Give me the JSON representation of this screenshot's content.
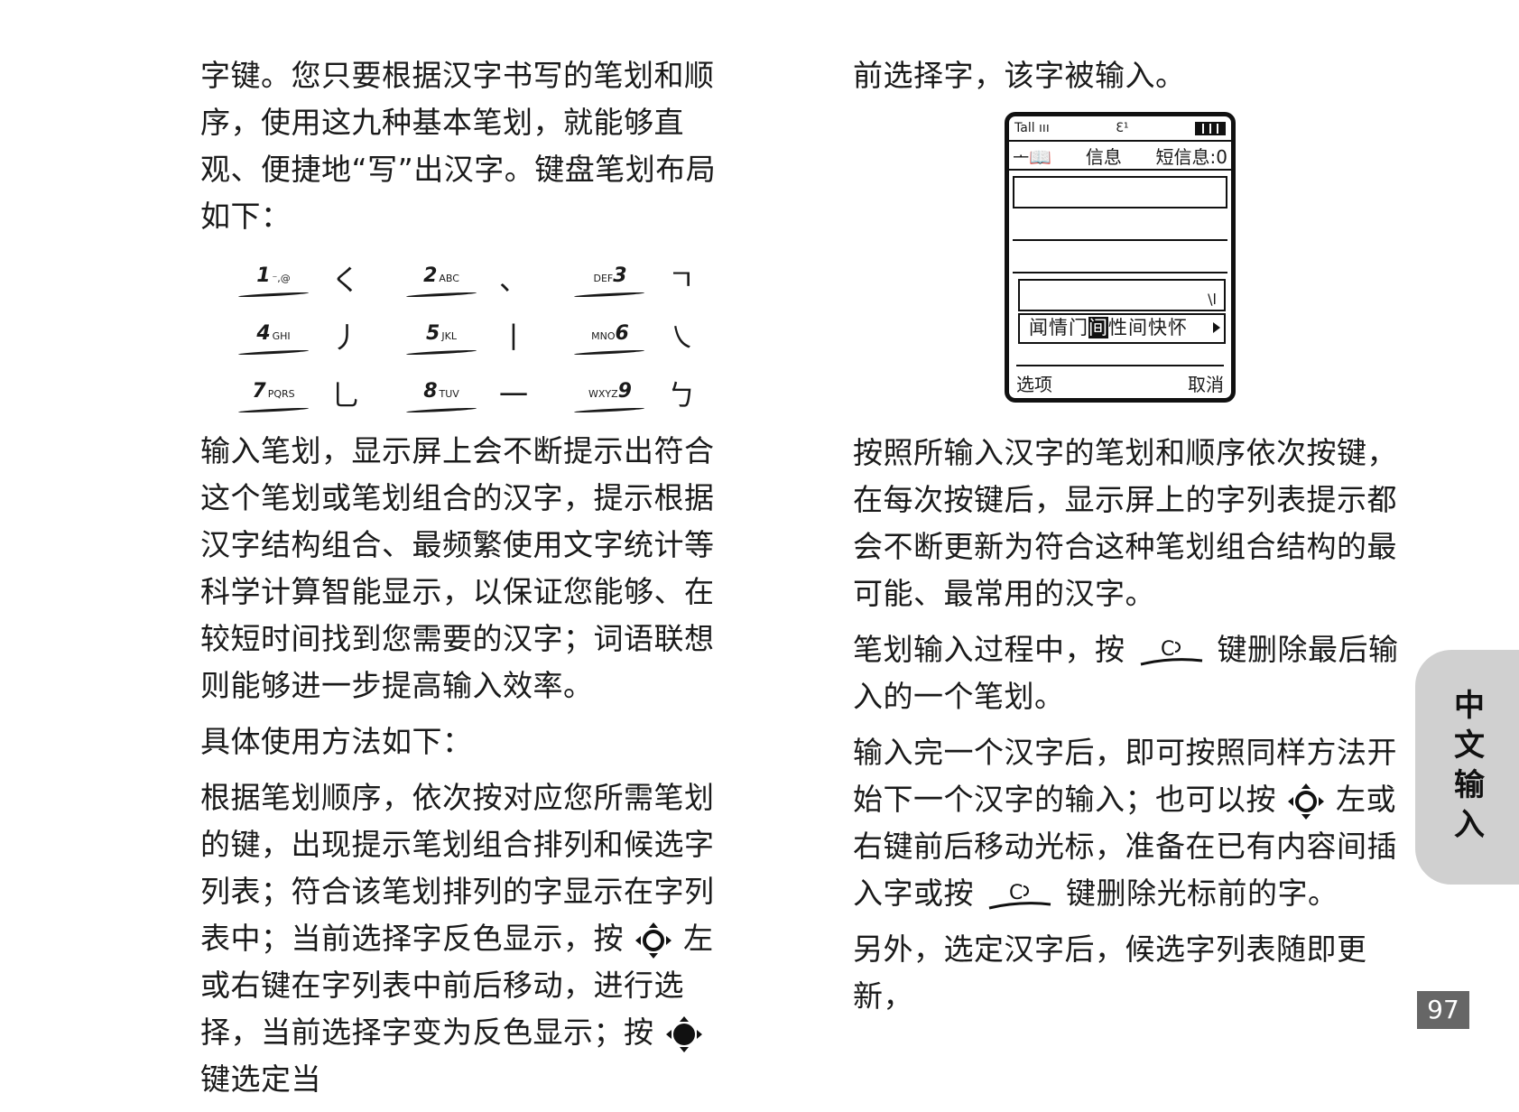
{
  "left": {
    "p1": "字键。您只要根据汉字书写的笔划和顺序，使用这九种基本笔划，就能够直观、便捷地“写”出汉字。键盘笔划布局如下：",
    "strokes": [
      [
        {
          "key": "1",
          "sub": "⁻,@",
          "glyph": "く"
        },
        {
          "key": "2",
          "sub": "ABC",
          "glyph": "、"
        },
        {
          "key": "3",
          "sub": "DEF",
          "glyph": "ㄱ"
        }
      ],
      [
        {
          "key": "4",
          "sub": "GHI",
          "glyph": "丿"
        },
        {
          "key": "5",
          "sub": "JKL",
          "glyph": "丨"
        },
        {
          "key": "6",
          "sub": "MNO",
          "glyph": "㇏"
        }
      ],
      [
        {
          "key": "7",
          "sub": "PQRS",
          "glyph": "乚"
        },
        {
          "key": "8",
          "sub": "TUV",
          "glyph": "一"
        },
        {
          "key": "9",
          "sub": "WXYZ",
          "glyph": "ㄅ"
        }
      ]
    ],
    "p2": "输入笔划，显示屏上会不断提示出符合这个笔划或笔划组合的汉字，提示根据汉字结构组合、最频繁使用文字统计等科学计算智能显示，以保证您能够、在较短时间找到您需要的汉字；词语联想则能够进一步提高输入效率。",
    "p3": "具体使用方法如下：",
    "p4a": "根据笔划顺序，依次按对应您所需笔划的键，出现提示笔划组合排列和候选字列表；符合该笔划排列的字显示在字列表中；当前选择字反色显示，按",
    "p4b": "左或右键在字列表中前后移动，进行选择，当前选择字变为反色显示；按",
    "p4c": "键选定当"
  },
  "right": {
    "p1": "前选择字，该字被输入。",
    "phone": {
      "status_signal": "Tall ııı",
      "status_center": "Ɛ¹",
      "title_left": "ᅩ📖",
      "title_mid": "信息",
      "title_right": "短信息:0",
      "input_mark": "\\l",
      "cands_before": "闻情门",
      "cands_sel": "间",
      "cands_after": "性间快怀",
      "soft_left": "选项",
      "soft_right": "取消"
    },
    "p2": "按照所输入汉字的笔划和顺序依次按键，在每次按键后，显示屏上的字列表提示都会不断更新为符合这种笔划组合结构的最可能、最常用的汉字。",
    "p3a": "笔划输入过程中，按",
    "p3b": "键删除最后输入的一个笔划。",
    "p4a": "输入完一个汉字后，即可按照同样方法开始下一个汉字的输入；也可以按",
    "p4b": "左或右键前后移动光标，准备在已有内容间插入字或按",
    "p4c": "键删除光标前的字。",
    "p5": "另外，选定汉字后，候选字列表随即更新，"
  },
  "tab": "中文输入",
  "page_number": "97",
  "icons": [
    "nav-key-icon",
    "ok-key-icon",
    "clear-key-icon"
  ]
}
